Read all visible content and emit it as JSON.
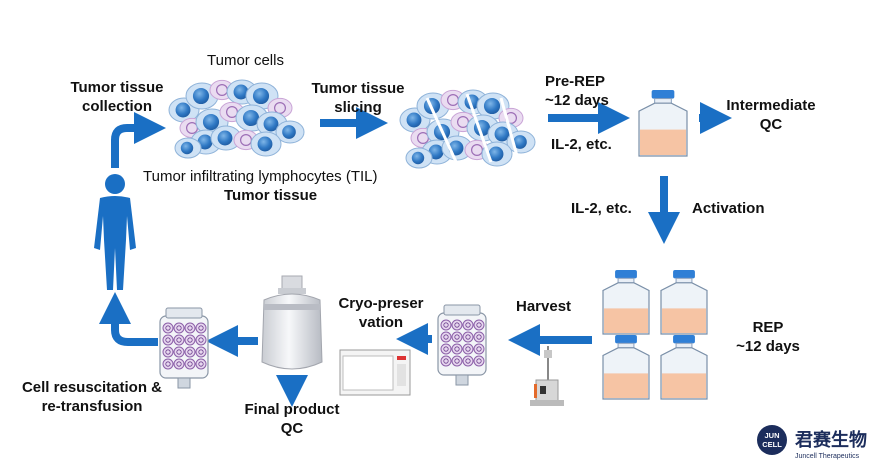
{
  "labels": {
    "tumor_cells": "Tumor cells",
    "tumor_tissue_collection": [
      "Tumor tissue",
      "collection"
    ],
    "tumor_tissue_slicing": [
      "Tumor tissue",
      "slicing"
    ],
    "til": "Tumor infiltrating lymphocytes (TIL)",
    "tumor_tissue": "Tumor tissue",
    "pre_rep": [
      "Pre-REP",
      "~12 days"
    ],
    "il2_top": "IL-2, etc.",
    "intermediate_qc": [
      "Intermediate",
      "QC"
    ],
    "il2_mid": "IL-2, etc.",
    "activation": "Activation",
    "rep": [
      "REP",
      "~12 days"
    ],
    "harvest": "Harvest",
    "cryo": [
      "Cryo-preser",
      "vation"
    ],
    "final_qc": [
      "Final product",
      "QC"
    ],
    "resuscitation": [
      "Cell resuscitation &",
      "re-transfusion"
    ]
  },
  "logo": {
    "badge_top": "JUN",
    "badge_bottom": "CELL",
    "chinese": "君赛生物",
    "english": "Juncell Therapeutics"
  },
  "colors": {
    "arrow": "#1a6fc4",
    "human": "#1a6fc4",
    "medium": "#f6c4a4",
    "cap": "#2f7fd6",
    "cell_blue": "#3b86cf",
    "cell_pink": "#c9a4d6",
    "logo_navy": "#1c2d5c"
  }
}
